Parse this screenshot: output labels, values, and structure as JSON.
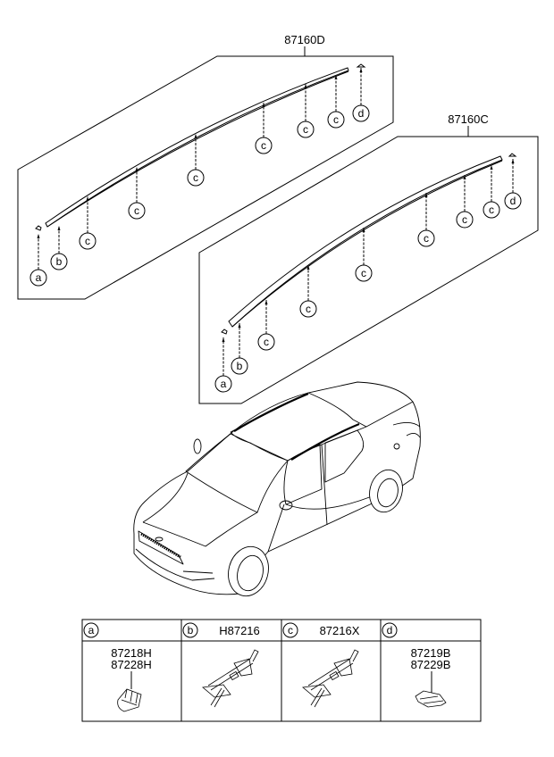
{
  "assemblies": [
    {
      "part_number": "87160D",
      "callouts": [
        "a",
        "b",
        "c",
        "c",
        "c",
        "c",
        "c",
        "c",
        "d"
      ]
    },
    {
      "part_number": "87160C",
      "callouts": [
        "a",
        "b",
        "c",
        "c",
        "c",
        "c",
        "c",
        "c",
        "d"
      ]
    }
  ],
  "parts_table": {
    "columns": [
      {
        "key": "a",
        "header_part": "",
        "body_parts": [
          "87218H",
          "87228H"
        ],
        "icon": "cap-clip-icon"
      },
      {
        "key": "b",
        "header_part": "H87216",
        "body_parts": [],
        "icon": "fastener-clip-icon"
      },
      {
        "key": "c",
        "header_part": "87216X",
        "body_parts": [],
        "icon": "fastener-clip-icon"
      },
      {
        "key": "d",
        "header_part": "",
        "body_parts": [
          "87219B",
          "87229B"
        ],
        "icon": "end-cap-icon"
      }
    ]
  },
  "vehicle": {
    "icon": "sedan-car-icon"
  }
}
